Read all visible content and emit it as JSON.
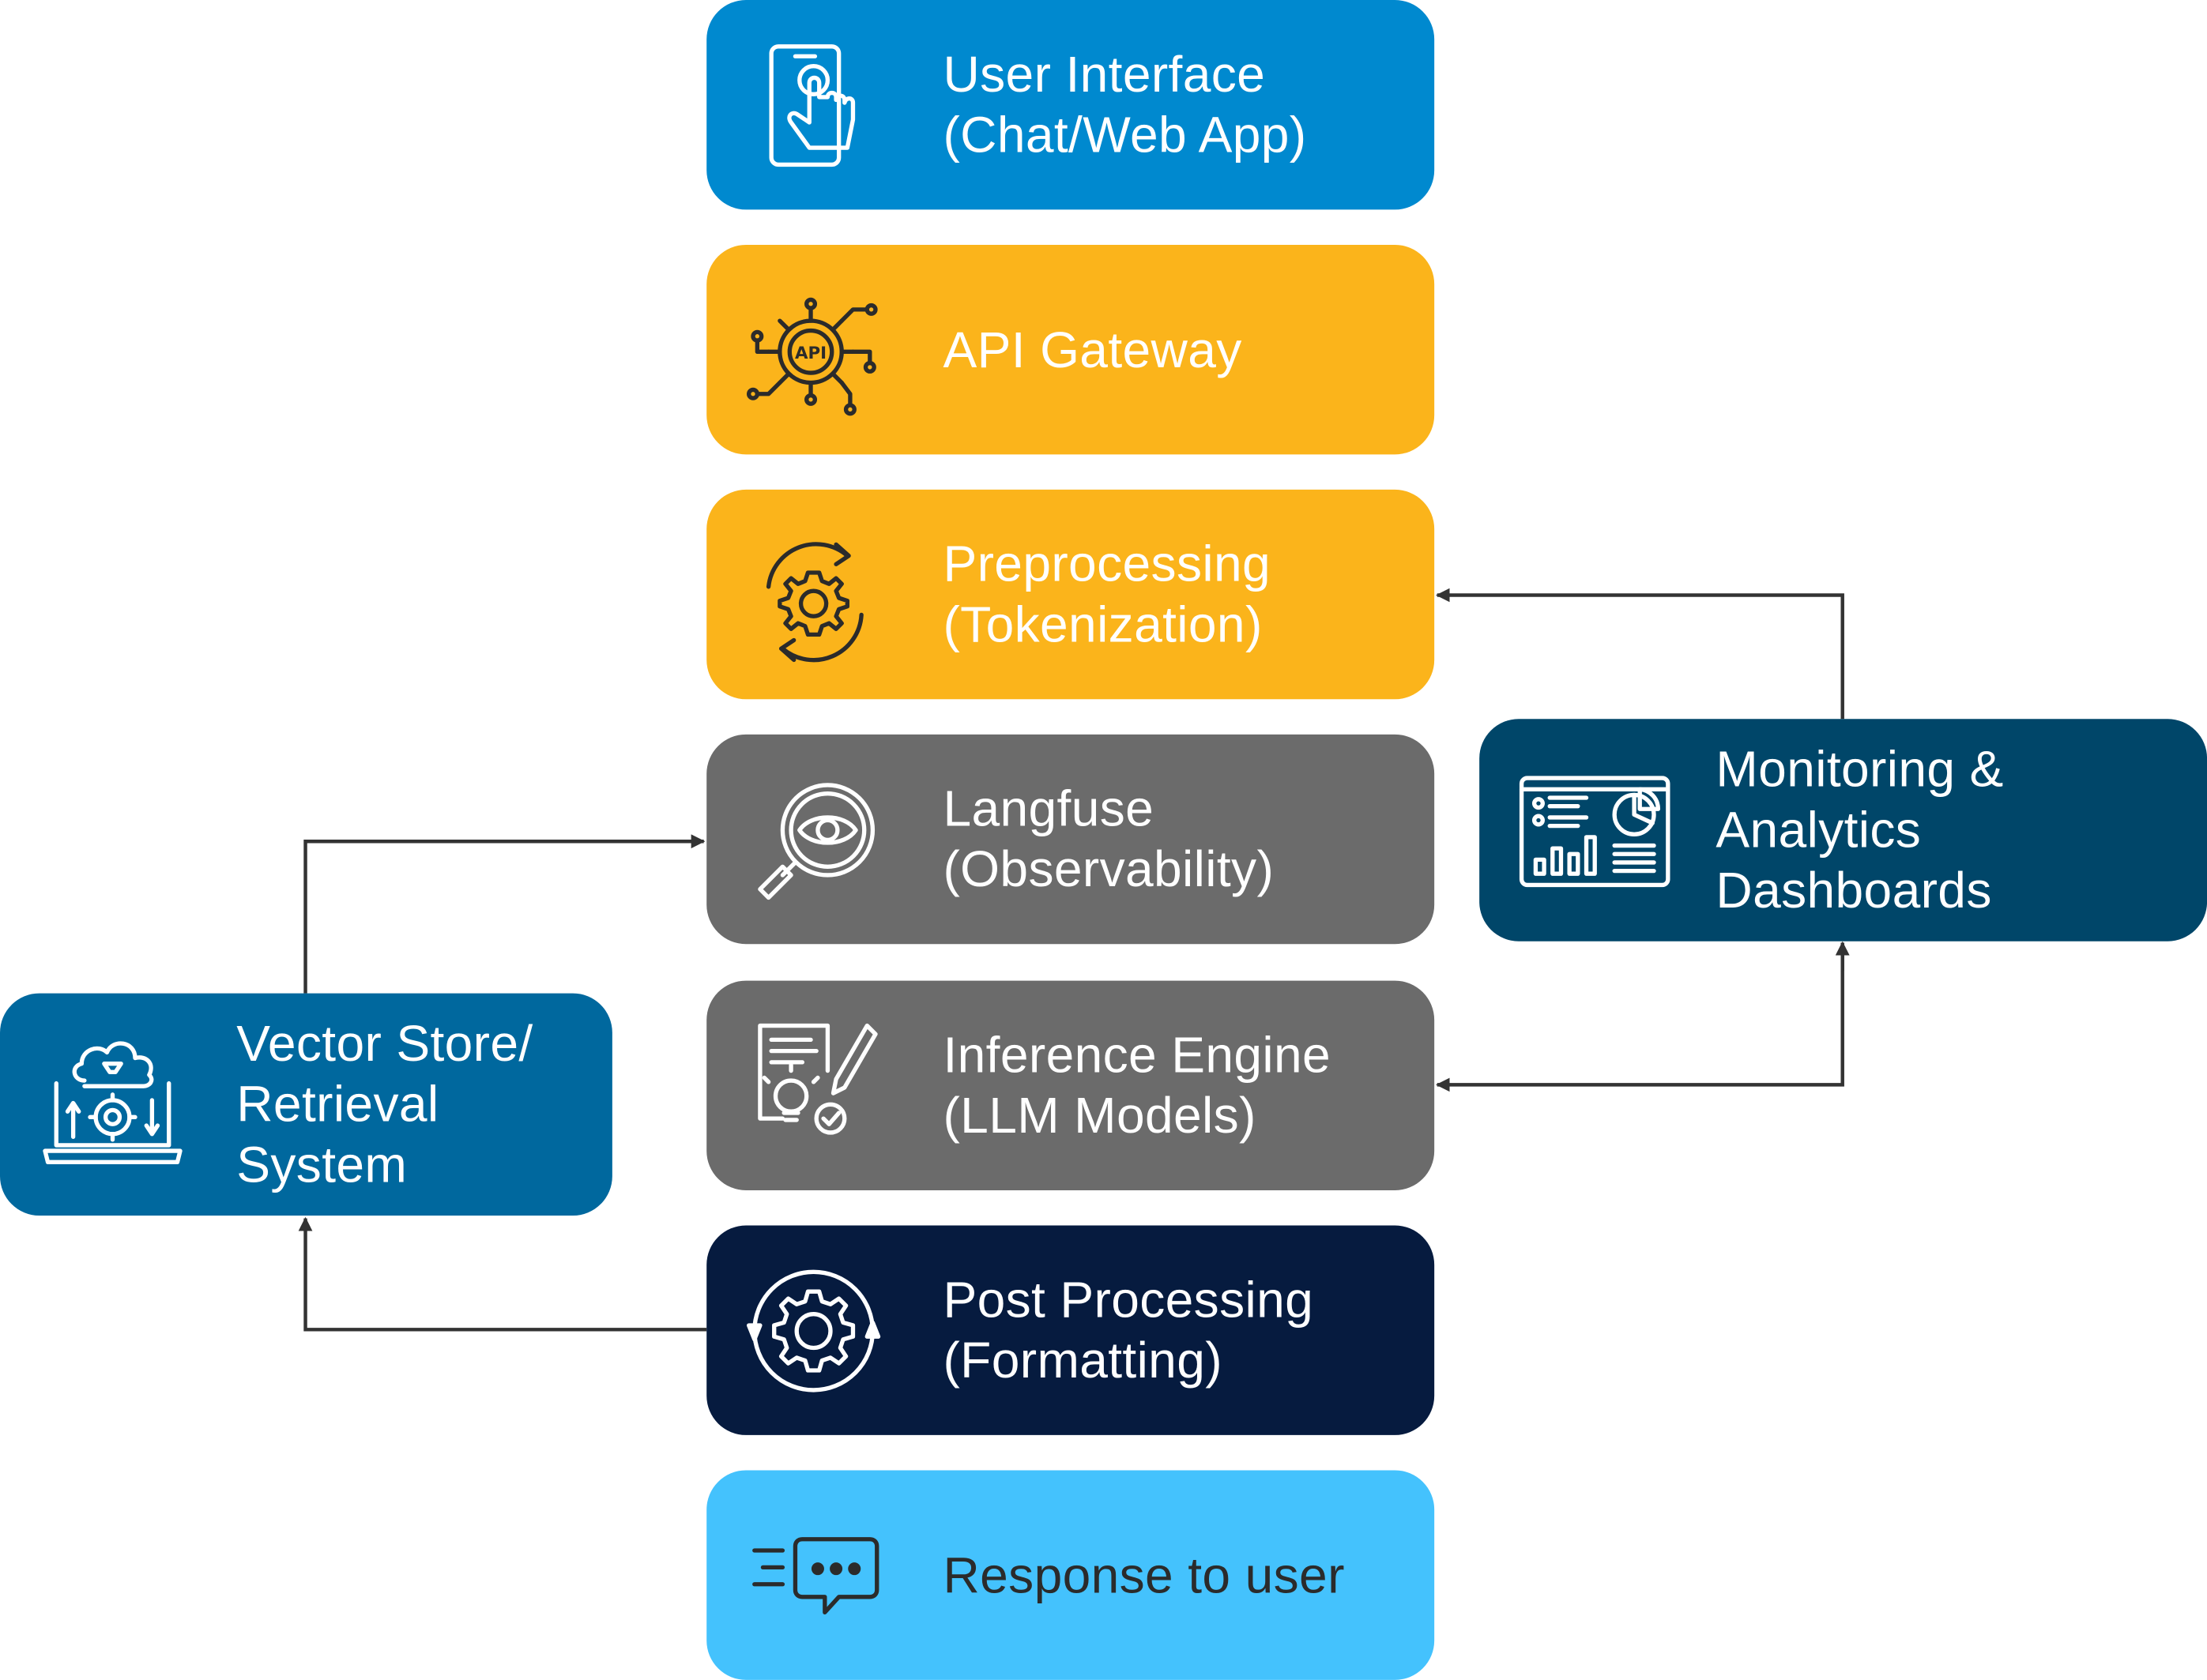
{
  "colors": {
    "ui_blue": "#0089cf",
    "gateway_yellow": "#fbb41b",
    "langfuse_gray": "#6b6b6b",
    "post_navy": "#061b3f",
    "response_lightblue": "#44c2fd",
    "vector_blue": "#00689e",
    "monitor_teal": "#004669",
    "connector": "#333333",
    "dark_text": "#2b2b2b"
  },
  "boxes": {
    "user_interface": {
      "line1": "User Interface",
      "line2": "(Chat/Web App)",
      "icon": "touch-phone-icon"
    },
    "api_gateway": {
      "line1": "API Gateway",
      "icon": "api-gear-icon"
    },
    "preprocessing": {
      "line1": "Preprocessing",
      "line2": "(Tokenization)",
      "icon": "cycle-gear-icon"
    },
    "langfuse": {
      "line1": "Langfuse",
      "line2": "(Observability)",
      "icon": "magnifier-eye-icon"
    },
    "inference": {
      "line1": "Inference Engine",
      "line2": "(LLM Models)",
      "icon": "document-idea-icon"
    },
    "post_processing": {
      "line1": "Post Processing",
      "line2": "(Formatting)",
      "icon": "rotating-gear-icon"
    },
    "response": {
      "line1": "Response to user",
      "icon": "chat-bubble-icon"
    },
    "vector_store": {
      "line1": "Vector Store/",
      "line2": "Retrieval",
      "line3": "System",
      "icon": "cloud-laptop-icon"
    },
    "monitoring": {
      "line1": "Monitoring &",
      "line2": "Analytics",
      "line3": "Dashboards",
      "icon": "dashboard-icon"
    }
  }
}
